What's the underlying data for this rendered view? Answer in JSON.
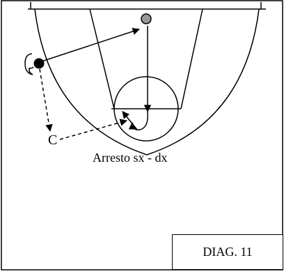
{
  "diagram": {
    "caption": "Arresto sx - dx",
    "player_label": "C",
    "badge": "DIAG. 11"
  }
}
